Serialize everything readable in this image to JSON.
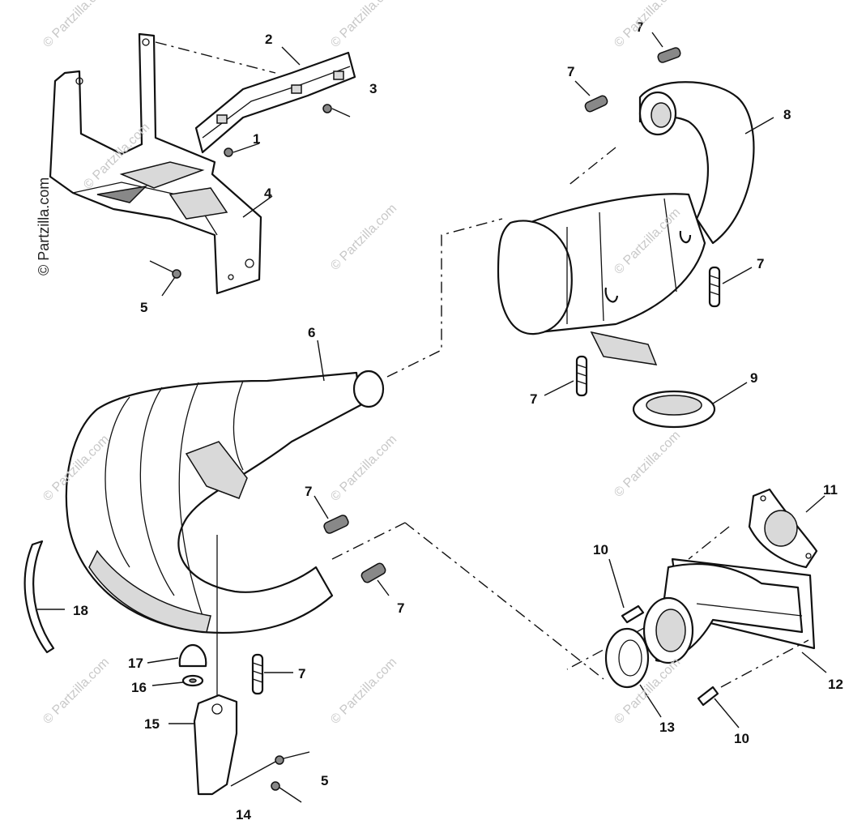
{
  "watermark": "© Partzilla.com",
  "callouts": {
    "c1": "1",
    "c2": "2",
    "c3": "3",
    "c4": "4",
    "c5a": "5",
    "c5b": "5",
    "c6": "6",
    "c7a": "7",
    "c7b": "7",
    "c7c": "7",
    "c7d": "7",
    "c7e": "7",
    "c7f": "7",
    "c7g": "7",
    "c8": "8",
    "c9": "9",
    "c10a": "10",
    "c10b": "10",
    "c11": "11",
    "c12": "12",
    "c13": "13",
    "c14": "14",
    "c15": "15",
    "c16": "16",
    "c17": "17",
    "c18": "18"
  },
  "parts": {
    "p1": "bolt",
    "p2": "heat shield",
    "p3": "bolt",
    "p4": "mounting bracket",
    "p5": "bolt",
    "p6": "expansion chamber",
    "p7": "spring",
    "p8": "silencer",
    "p9": "grommet",
    "p10": "bolt",
    "p11": "gasket",
    "p12": "exhaust manifold",
    "p13": "seal ring",
    "p14": "bolt",
    "p15": "support bracket",
    "p16": "washer",
    "p17": "bumper",
    "p18": "strap"
  }
}
